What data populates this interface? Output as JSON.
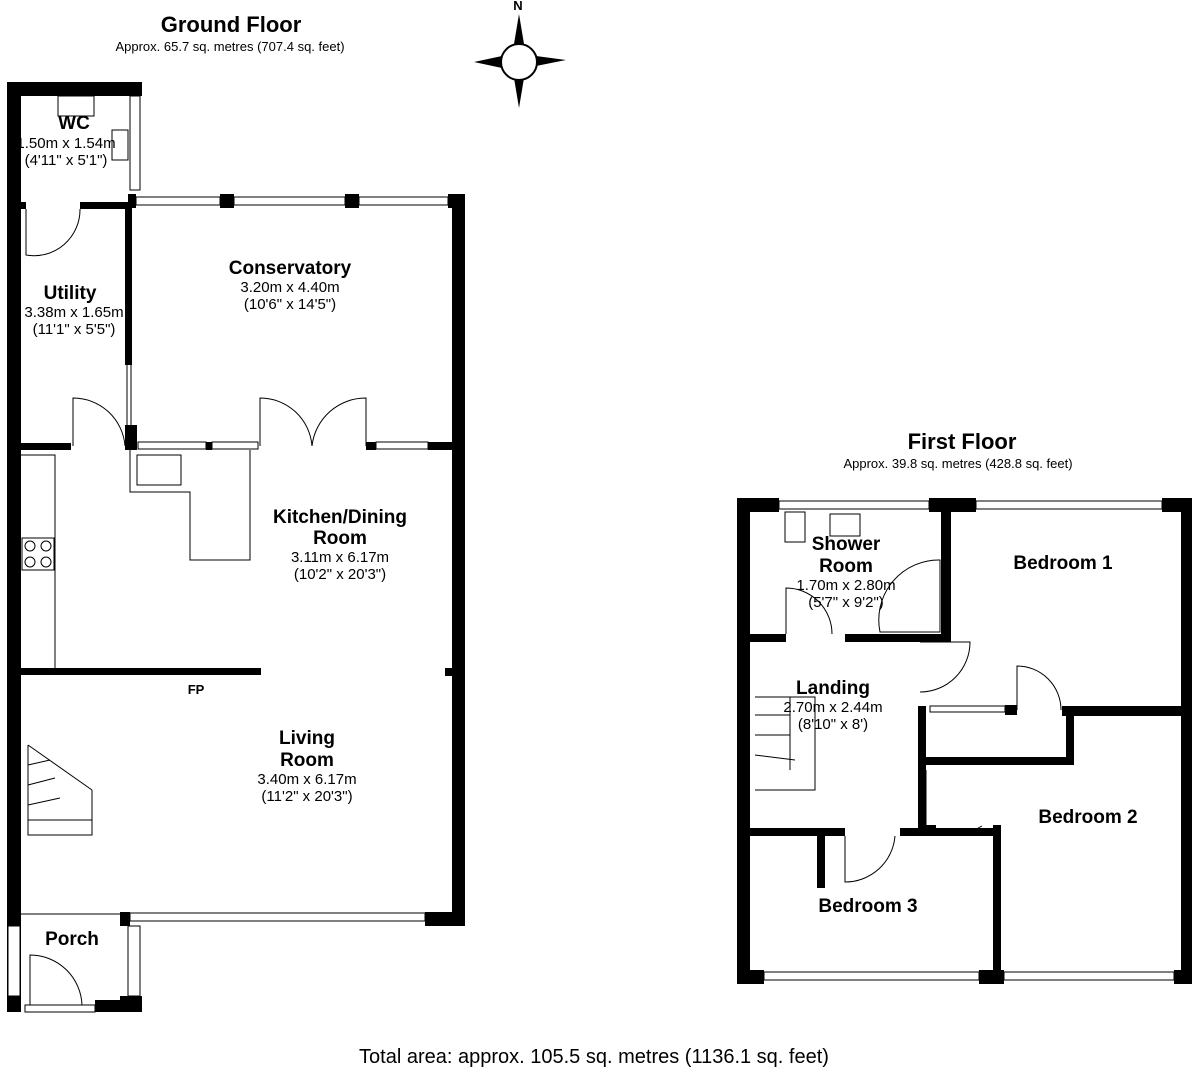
{
  "ground_floor": {
    "title": "Ground Floor",
    "area": "Approx. 65.7 sq. metres (707.4 sq. feet)",
    "rooms": {
      "wc": {
        "name": "WC",
        "metric": "1.50m x 1.54m",
        "imperial": "(4'11\" x 5'1\")"
      },
      "utility": {
        "name": "Utility",
        "metric": "3.38m x 1.65m",
        "imperial": "(11'1\" x 5'5\")"
      },
      "conservatory": {
        "name": "Conservatory",
        "metric": "3.20m x 4.40m",
        "imperial": "(10'6\" x 14'5\")"
      },
      "kitchen": {
        "name_line1": "Kitchen/Dining",
        "name_line2": "Room",
        "metric": "3.11m x 6.17m",
        "imperial": "(10'2\" x 20'3\")"
      },
      "living": {
        "name_line1": "Living",
        "name_line2": "Room",
        "metric": "3.40m x 6.17m",
        "imperial": "(11'2\" x 20'3\")"
      },
      "porch": {
        "name": "Porch"
      }
    },
    "fireplace_label": "FP"
  },
  "first_floor": {
    "title": "First Floor",
    "area": "Approx. 39.8 sq. metres (428.8 sq. feet)",
    "rooms": {
      "shower": {
        "name_line1": "Shower",
        "name_line2": "Room",
        "metric": "1.70m x 2.80m",
        "imperial": "(5'7\" x 9'2\")"
      },
      "bedroom1": {
        "name": "Bedroom 1"
      },
      "landing": {
        "name": "Landing",
        "metric": "2.70m x 2.44m",
        "imperial": "(8'10\" x 8')"
      },
      "bedroom2": {
        "name": "Bedroom 2"
      },
      "bedroom3": {
        "name": "Bedroom 3"
      }
    }
  },
  "compass": {
    "north_label": "N"
  },
  "total_area": "Total area: approx. 105.5 sq. metres (1136.1 sq. feet)"
}
